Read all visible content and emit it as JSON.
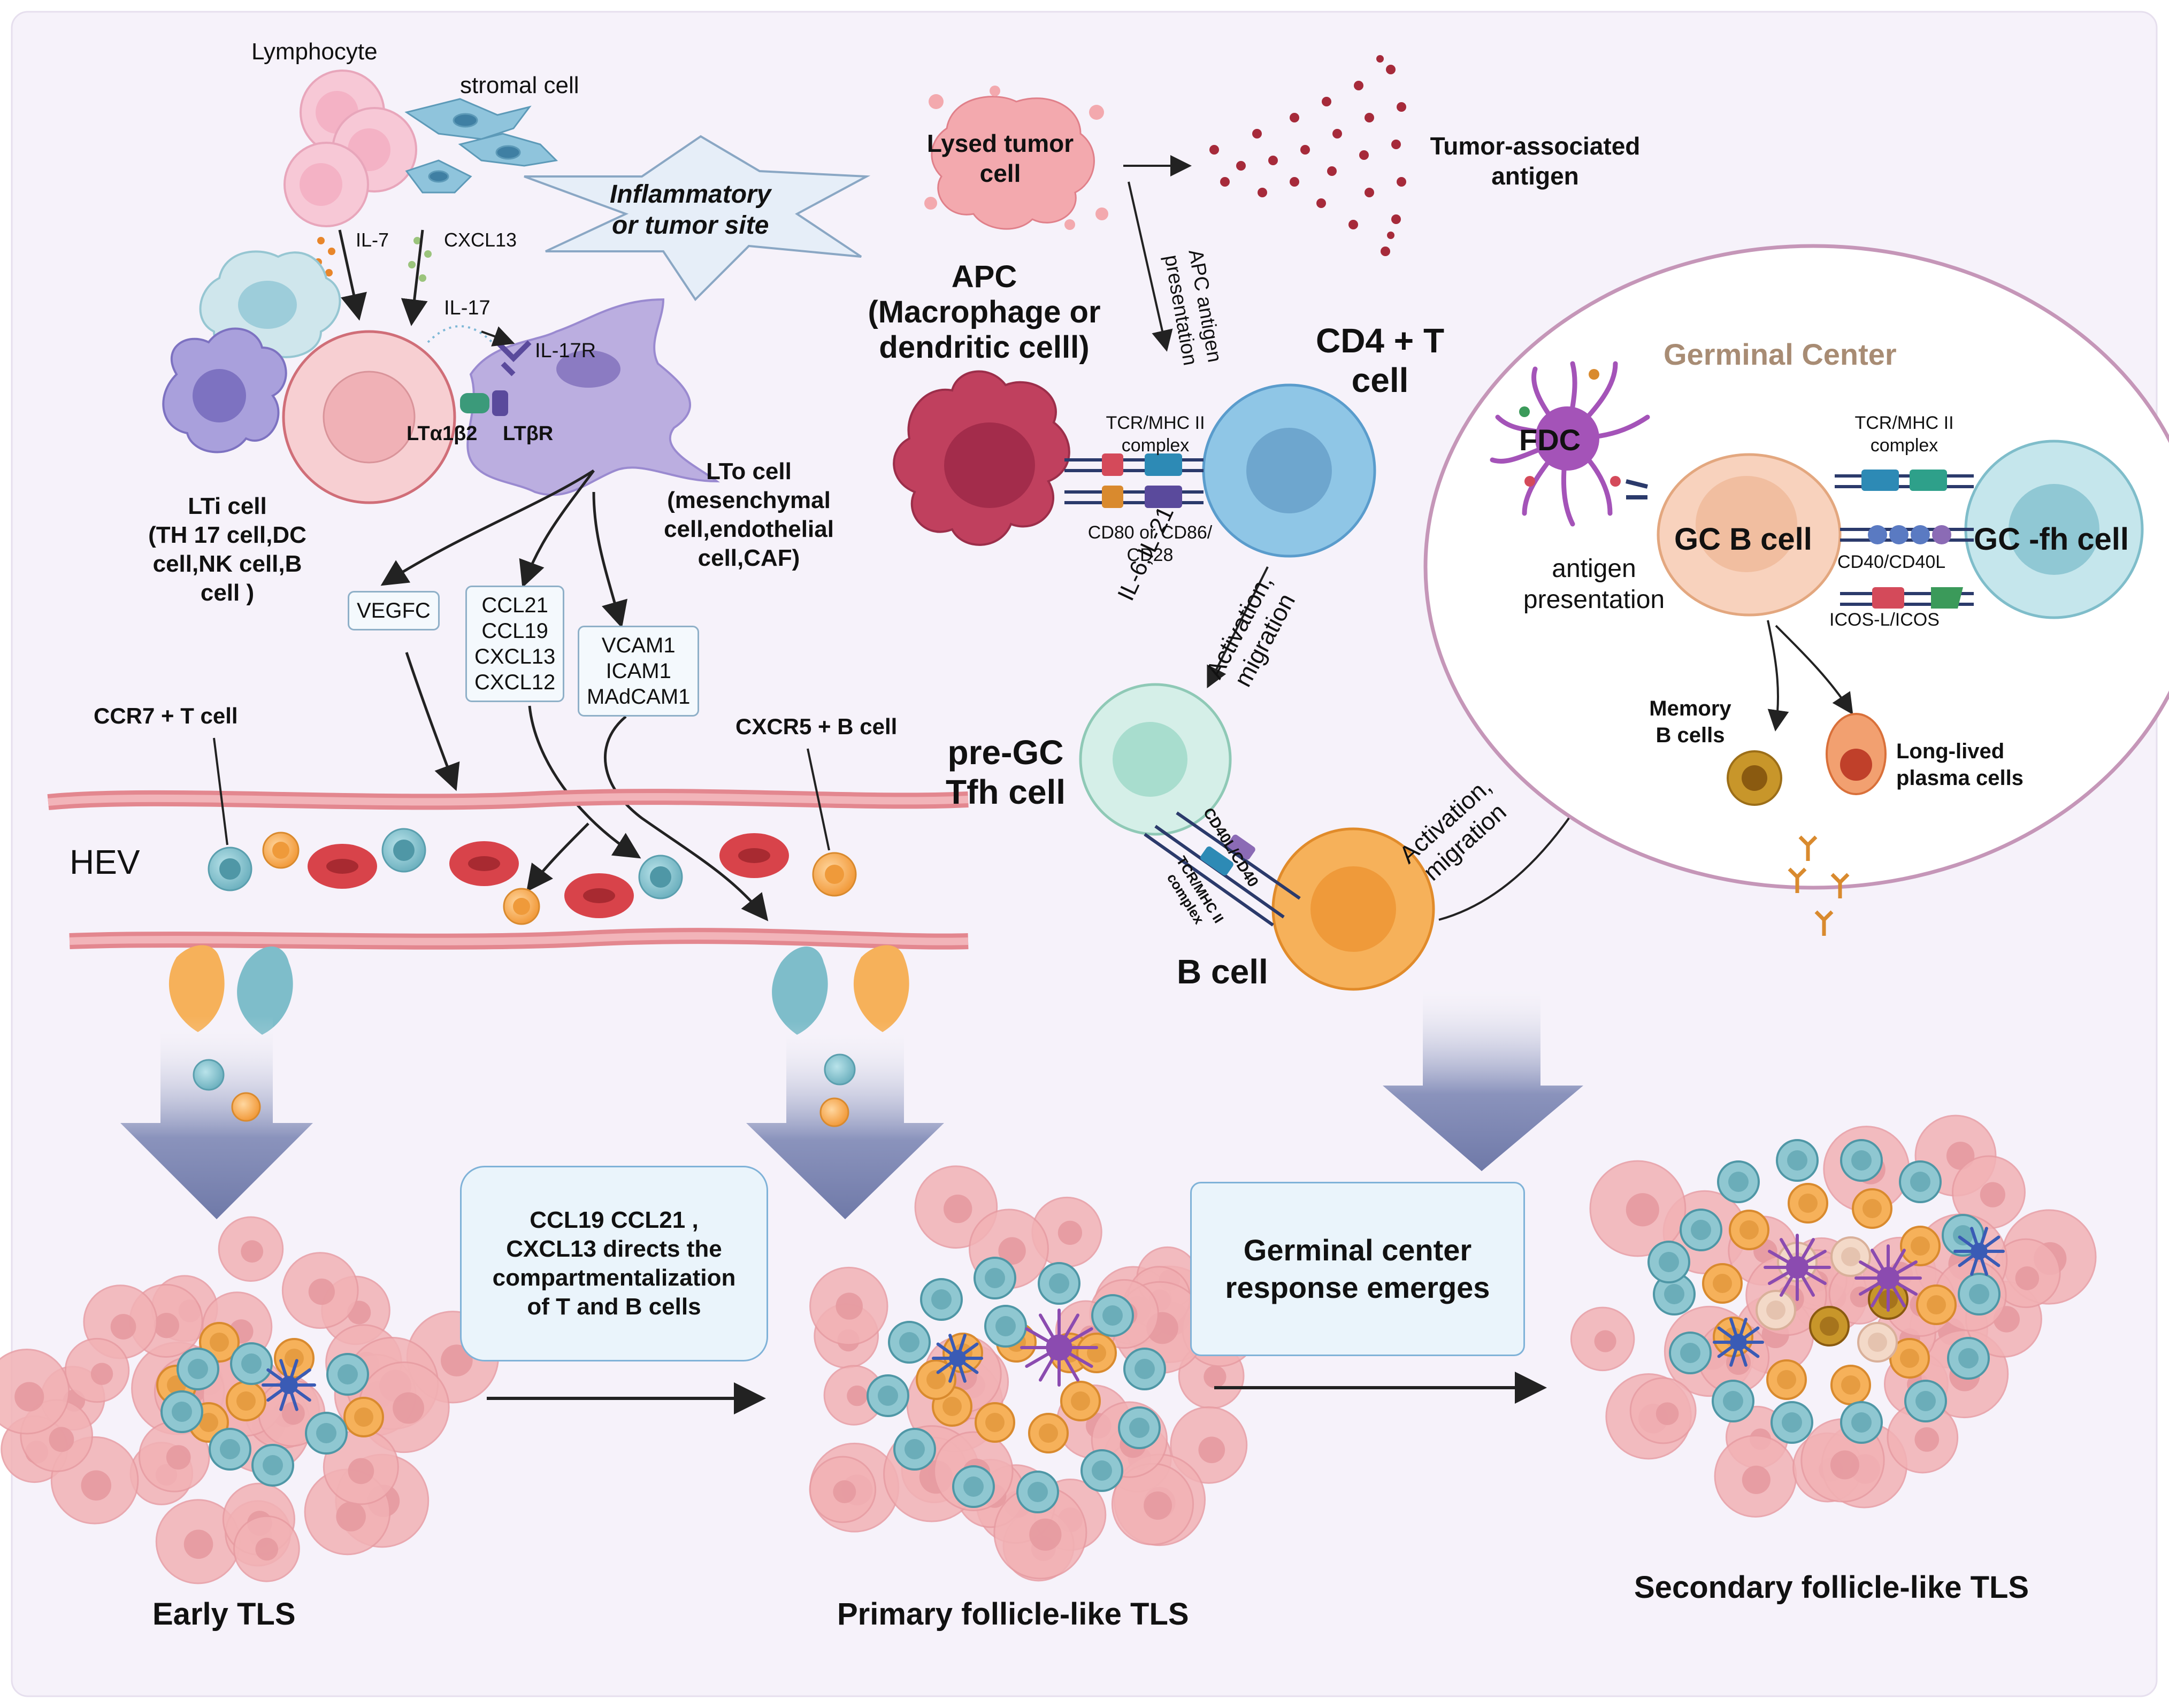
{
  "colors": {
    "background": "#f6f2fa",
    "t_cell": "#8fc7d1",
    "b_cell": "#f6b15a",
    "rbc": "#d8434a",
    "tumor": "#f2b2b5",
    "apc": "#c0405e",
    "fdc": "#a453b8",
    "lto": "#b8a5d8",
    "germinal_circle": "#c596b8",
    "arrow_block": "#7e88b5"
  },
  "induction": {
    "lymphocyte": "Lymphocyte",
    "stromal_cell": "stromal cell",
    "inflammatory_site": [
      "Inflammatory",
      "or tumor site"
    ],
    "il7": "IL-7",
    "cxcl13": "CXCL13",
    "il17": "IL-17",
    "il17r": "IL-17R",
    "lta1b2": "LTα1β2",
    "ltbr": "LTβR",
    "lti_cell": [
      "LTi cell",
      "(TH 17 cell,DC",
      "cell,NK cell,B",
      "cell )"
    ],
    "lto_cell": [
      "LTo cell",
      "(mesenchymal",
      "cell,endothelial",
      "cell,CAF)"
    ],
    "vegfc": "VEGFC",
    "chemokines": [
      "CCL21",
      "CCL19",
      "CXCL13",
      "CXCL12"
    ],
    "adhesion": [
      "VCAM1",
      "ICAM1",
      "MAdCAM1"
    ]
  },
  "hev": {
    "label": "HEV",
    "ccr7_t": "CCR7 + T cell",
    "cxcr5_b": "CXCR5 + B cell"
  },
  "antigen": {
    "lysed_tumor": [
      "Lysed tumor",
      "cell"
    ],
    "tumor_antigen": [
      "Tumor-associated",
      "antigen"
    ],
    "apc_title": [
      "APC",
      "(Macrophage or",
      "dendritic celll)"
    ],
    "apc_presentation": [
      "APC antigen",
      "presentation"
    ],
    "cd4_t": [
      "CD4 + T",
      "cell"
    ],
    "tcr_mhc": [
      "TCR/MHC II",
      "complex"
    ],
    "cd80": [
      "CD80 or CD86/",
      "CD28"
    ],
    "il6": "IL-6,IL-21",
    "activation1": [
      "Activation,",
      "migration"
    ],
    "pre_gc": [
      "pre-GC",
      "Tfh cell"
    ],
    "cd40l": "CD40L/CD40",
    "tcr_small": [
      "TCR/MHC II",
      "complex"
    ],
    "b_cell": "B cell",
    "activation2": [
      "Activation,",
      "migration"
    ]
  },
  "germinal": {
    "title": "Germinal Center",
    "fdc": "FDC",
    "antigen_presentation": [
      "antigen",
      "presentation"
    ],
    "tcr": [
      "TCR/MHC II",
      "complex"
    ],
    "gc_b": "GC B cell",
    "gc_fh": "GC -fh cell",
    "cd40": "CD40/CD40L",
    "icos": "ICOS-L/ICOS",
    "memory": [
      "Memory",
      "B cells"
    ],
    "plasma": [
      "Long-lived",
      "plasma cells"
    ]
  },
  "stages": {
    "early": "Early TLS",
    "primary": "Primary follicle-like TLS",
    "secondary": "Secondary follicle-like TLS",
    "callout1": [
      "CCL19 CCL21 ,",
      "CXCL13 directs the",
      "compartmentalization",
      "of T and B cells"
    ],
    "callout2": [
      "Germinal center",
      "response emerges"
    ]
  }
}
